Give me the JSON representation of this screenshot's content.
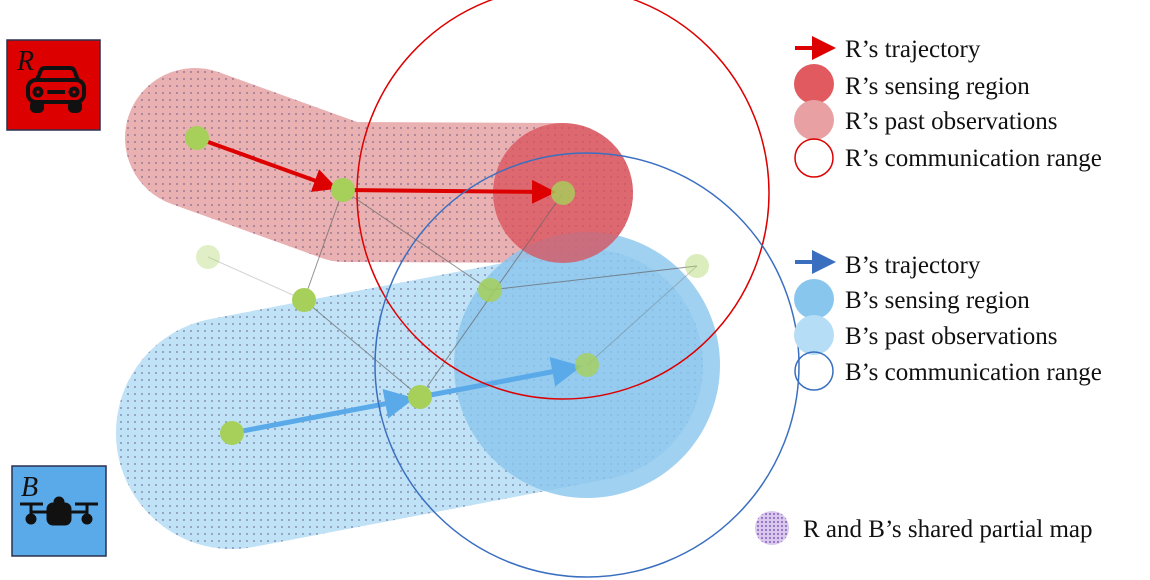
{
  "agents": {
    "r": {
      "label": "R",
      "icon": "car-icon",
      "color": "#dd0000"
    },
    "b": {
      "label": "B",
      "icon": "drone-icon",
      "color": "#5aaaea"
    }
  },
  "legend": {
    "r_trajectory": "R’s trajectory",
    "r_sensing": "R’s sensing region",
    "r_past": "R’s past observations",
    "r_comm": "R’s communication range",
    "b_trajectory": "B’s trajectory",
    "b_sensing": "B’s sensing region",
    "b_past": "B’s past observations",
    "b_comm": "B’s communication range",
    "shared": "R and B’s shared partial map"
  },
  "colors": {
    "r_traj": "#dd0000",
    "r_sense": "#e05a5f",
    "r_past": "#e8a0a3",
    "b_traj": "#4a86d0",
    "b_sense": "#88c6ee",
    "b_past": "#b5ddf5",
    "node": "#a6d05a",
    "shared": "#9b7fc0"
  }
}
